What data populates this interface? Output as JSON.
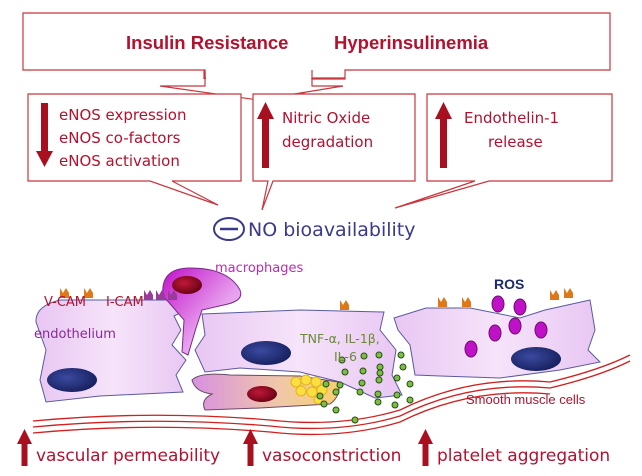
{
  "top_box": {
    "left_label": "Insulin Resistance",
    "right_label": "Hyperinsulinemia"
  },
  "effect_boxes": [
    {
      "direction": "down",
      "lines": [
        "eNOS expression",
        "eNOS co-factors",
        "eNOS activation"
      ]
    },
    {
      "direction": "up",
      "lines": [
        "Nitric Oxide",
        "degradation"
      ]
    },
    {
      "direction": "up",
      "lines": [
        "Endothelin-1",
        "release"
      ]
    }
  ],
  "outcome": {
    "icon": "minus-circle-icon",
    "label": "NO bioavailability"
  },
  "labels": {
    "macrophages": "macrophages",
    "vcam": "V-CAM",
    "icam": "I-CAM",
    "endothelium": "endothelium",
    "ros": "ROS",
    "cytokines_line1": "TNF-α, IL-1β,",
    "cytokines_line2": "IL-6",
    "smooth_muscle": "Smooth muscle cells"
  },
  "consequences": [
    {
      "direction": "up",
      "label": "vascular permeability"
    },
    {
      "direction": "up",
      "label": "vasoconstriction"
    },
    {
      "direction": "up",
      "label": "platelet aggregation"
    }
  ],
  "colors": {
    "box_border": "#c8373f",
    "text_red": "#b3112e",
    "arrow_dark": "#a8101f",
    "blue_text": "#3a3a8c",
    "cell_fill": "#efd0f5",
    "nucleus": "#1e2a78",
    "macrophage": "#d040d8",
    "ros_dot": "#c010c8",
    "cytokine_dot": "#7ac040"
  }
}
